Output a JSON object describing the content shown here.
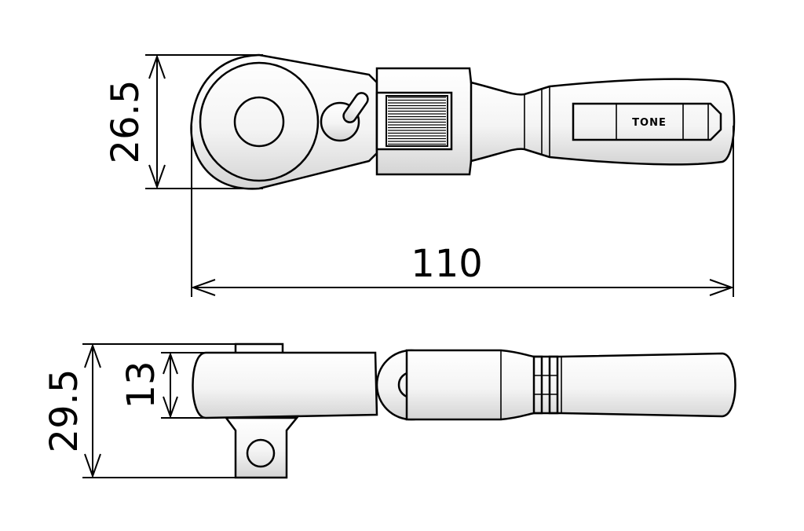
{
  "dimensions": {
    "head_height": "26.5",
    "overall_length": "110",
    "side_height": "29.5",
    "head_thickness": "13"
  },
  "brand": "TONE",
  "colors": {
    "line": "#000000",
    "background": "#ffffff",
    "metal_light": "#ffffff",
    "metal_shade": "#d9d9d9"
  }
}
